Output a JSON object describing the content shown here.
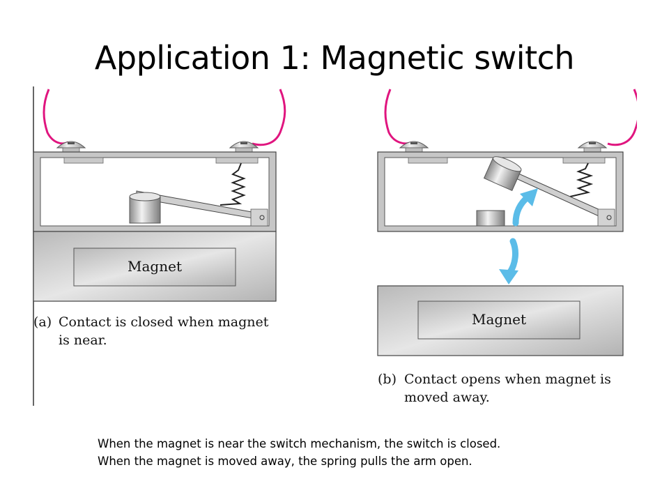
{
  "slide": {
    "title": "Application 1: Magnetic switch",
    "notes": [
      "When the magnet is near the switch mechanism, the switch is closed.",
      "When the magnet is moved away, the spring pulls the arm open."
    ]
  },
  "figure": {
    "panel_a": {
      "magnet_label": "Magnet",
      "caption_tag": "(a)",
      "caption_line1": "Contact is closed when magnet",
      "caption_line2": "is near."
    },
    "panel_b": {
      "magnet_label": "Magnet",
      "caption_tag": "(b)",
      "caption_line1": "Contact opens when magnet is",
      "caption_line2": "moved away."
    }
  },
  "colors": {
    "wire": "#e0157f",
    "arrow": "#5bbce8",
    "housing": "#c9c9c9",
    "magnet_fill": "#d8d8d8"
  }
}
